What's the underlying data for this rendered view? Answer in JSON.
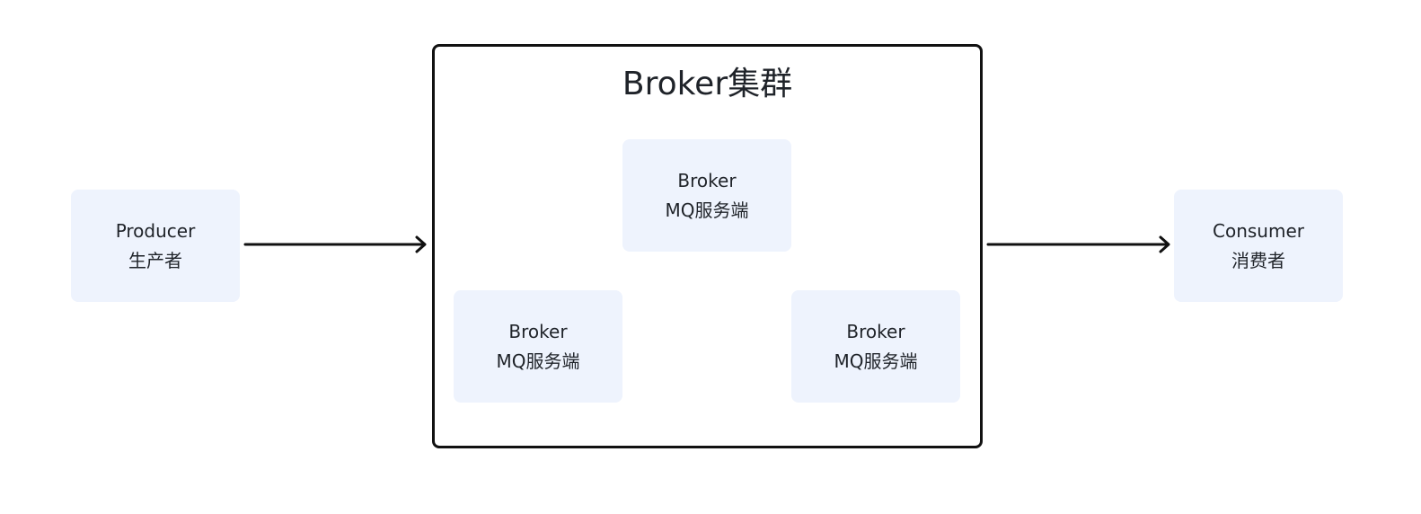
{
  "colors": {
    "node_fill": "#eef3fd",
    "border": "#111111",
    "text": "#1f2329",
    "background": "#ffffff"
  },
  "producer": {
    "line1": "Producer",
    "line2": "生产者"
  },
  "consumer": {
    "line1": "Consumer",
    "line2": "消费者"
  },
  "cluster": {
    "title": "Broker集群",
    "brokers": [
      {
        "line1": "Broker",
        "line2": "MQ服务端"
      },
      {
        "line1": "Broker",
        "line2": "MQ服务端"
      },
      {
        "line1": "Broker",
        "line2": "MQ服务端"
      }
    ]
  },
  "edges": [
    {
      "from": "Producer",
      "to": "Broker集群"
    },
    {
      "from": "Broker集群",
      "to": "Consumer"
    }
  ]
}
